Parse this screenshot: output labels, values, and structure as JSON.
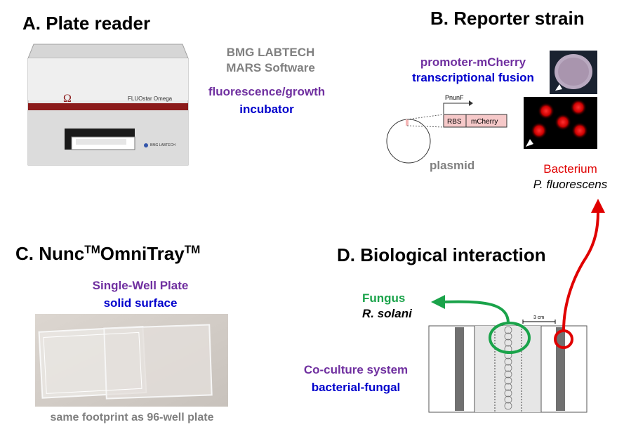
{
  "panel_a": {
    "heading": "A. Plate reader",
    "software_line1": "BMG LABTECH",
    "software_line2": "MARS Software",
    "function_line1": "fluorescence/growth",
    "function_line2": "incubator",
    "device_logo": "Ω",
    "device_model": "FLUOstar Omega",
    "device_brand": "BMG LABTECH"
  },
  "panel_b": {
    "heading": "B. Reporter strain",
    "fusion_line1": "promoter-mCherry",
    "fusion_line2": "transcriptional fusion",
    "promoter": "PnunF",
    "rbs": "RBS",
    "gene": "mCherry",
    "plasmid": "plasmid",
    "organism_type": "Bacterium",
    "organism_name": "P. fluorescens"
  },
  "panel_c": {
    "heading_part1": "Nunc",
    "heading_sup1": "TM",
    "heading_part2": "OmniTray",
    "heading_sup2": "TM",
    "heading_prefix": "C. ",
    "plate_line1": "Single-Well Plate",
    "plate_line2": "solid surface",
    "footnote": "same footprint as 96-well plate"
  },
  "panel_d": {
    "heading": "D. Biological interaction",
    "fungus_type": "Fungus",
    "fungus_name": "R. solani",
    "scale": "3 cm",
    "system_line1": "Co-culture system",
    "system_line2": "bacterial-fungal"
  },
  "colors": {
    "purple": "#7030a0",
    "blue": "#0000cc",
    "green": "#1aa34a",
    "red": "#e00000",
    "gray": "#808080"
  }
}
